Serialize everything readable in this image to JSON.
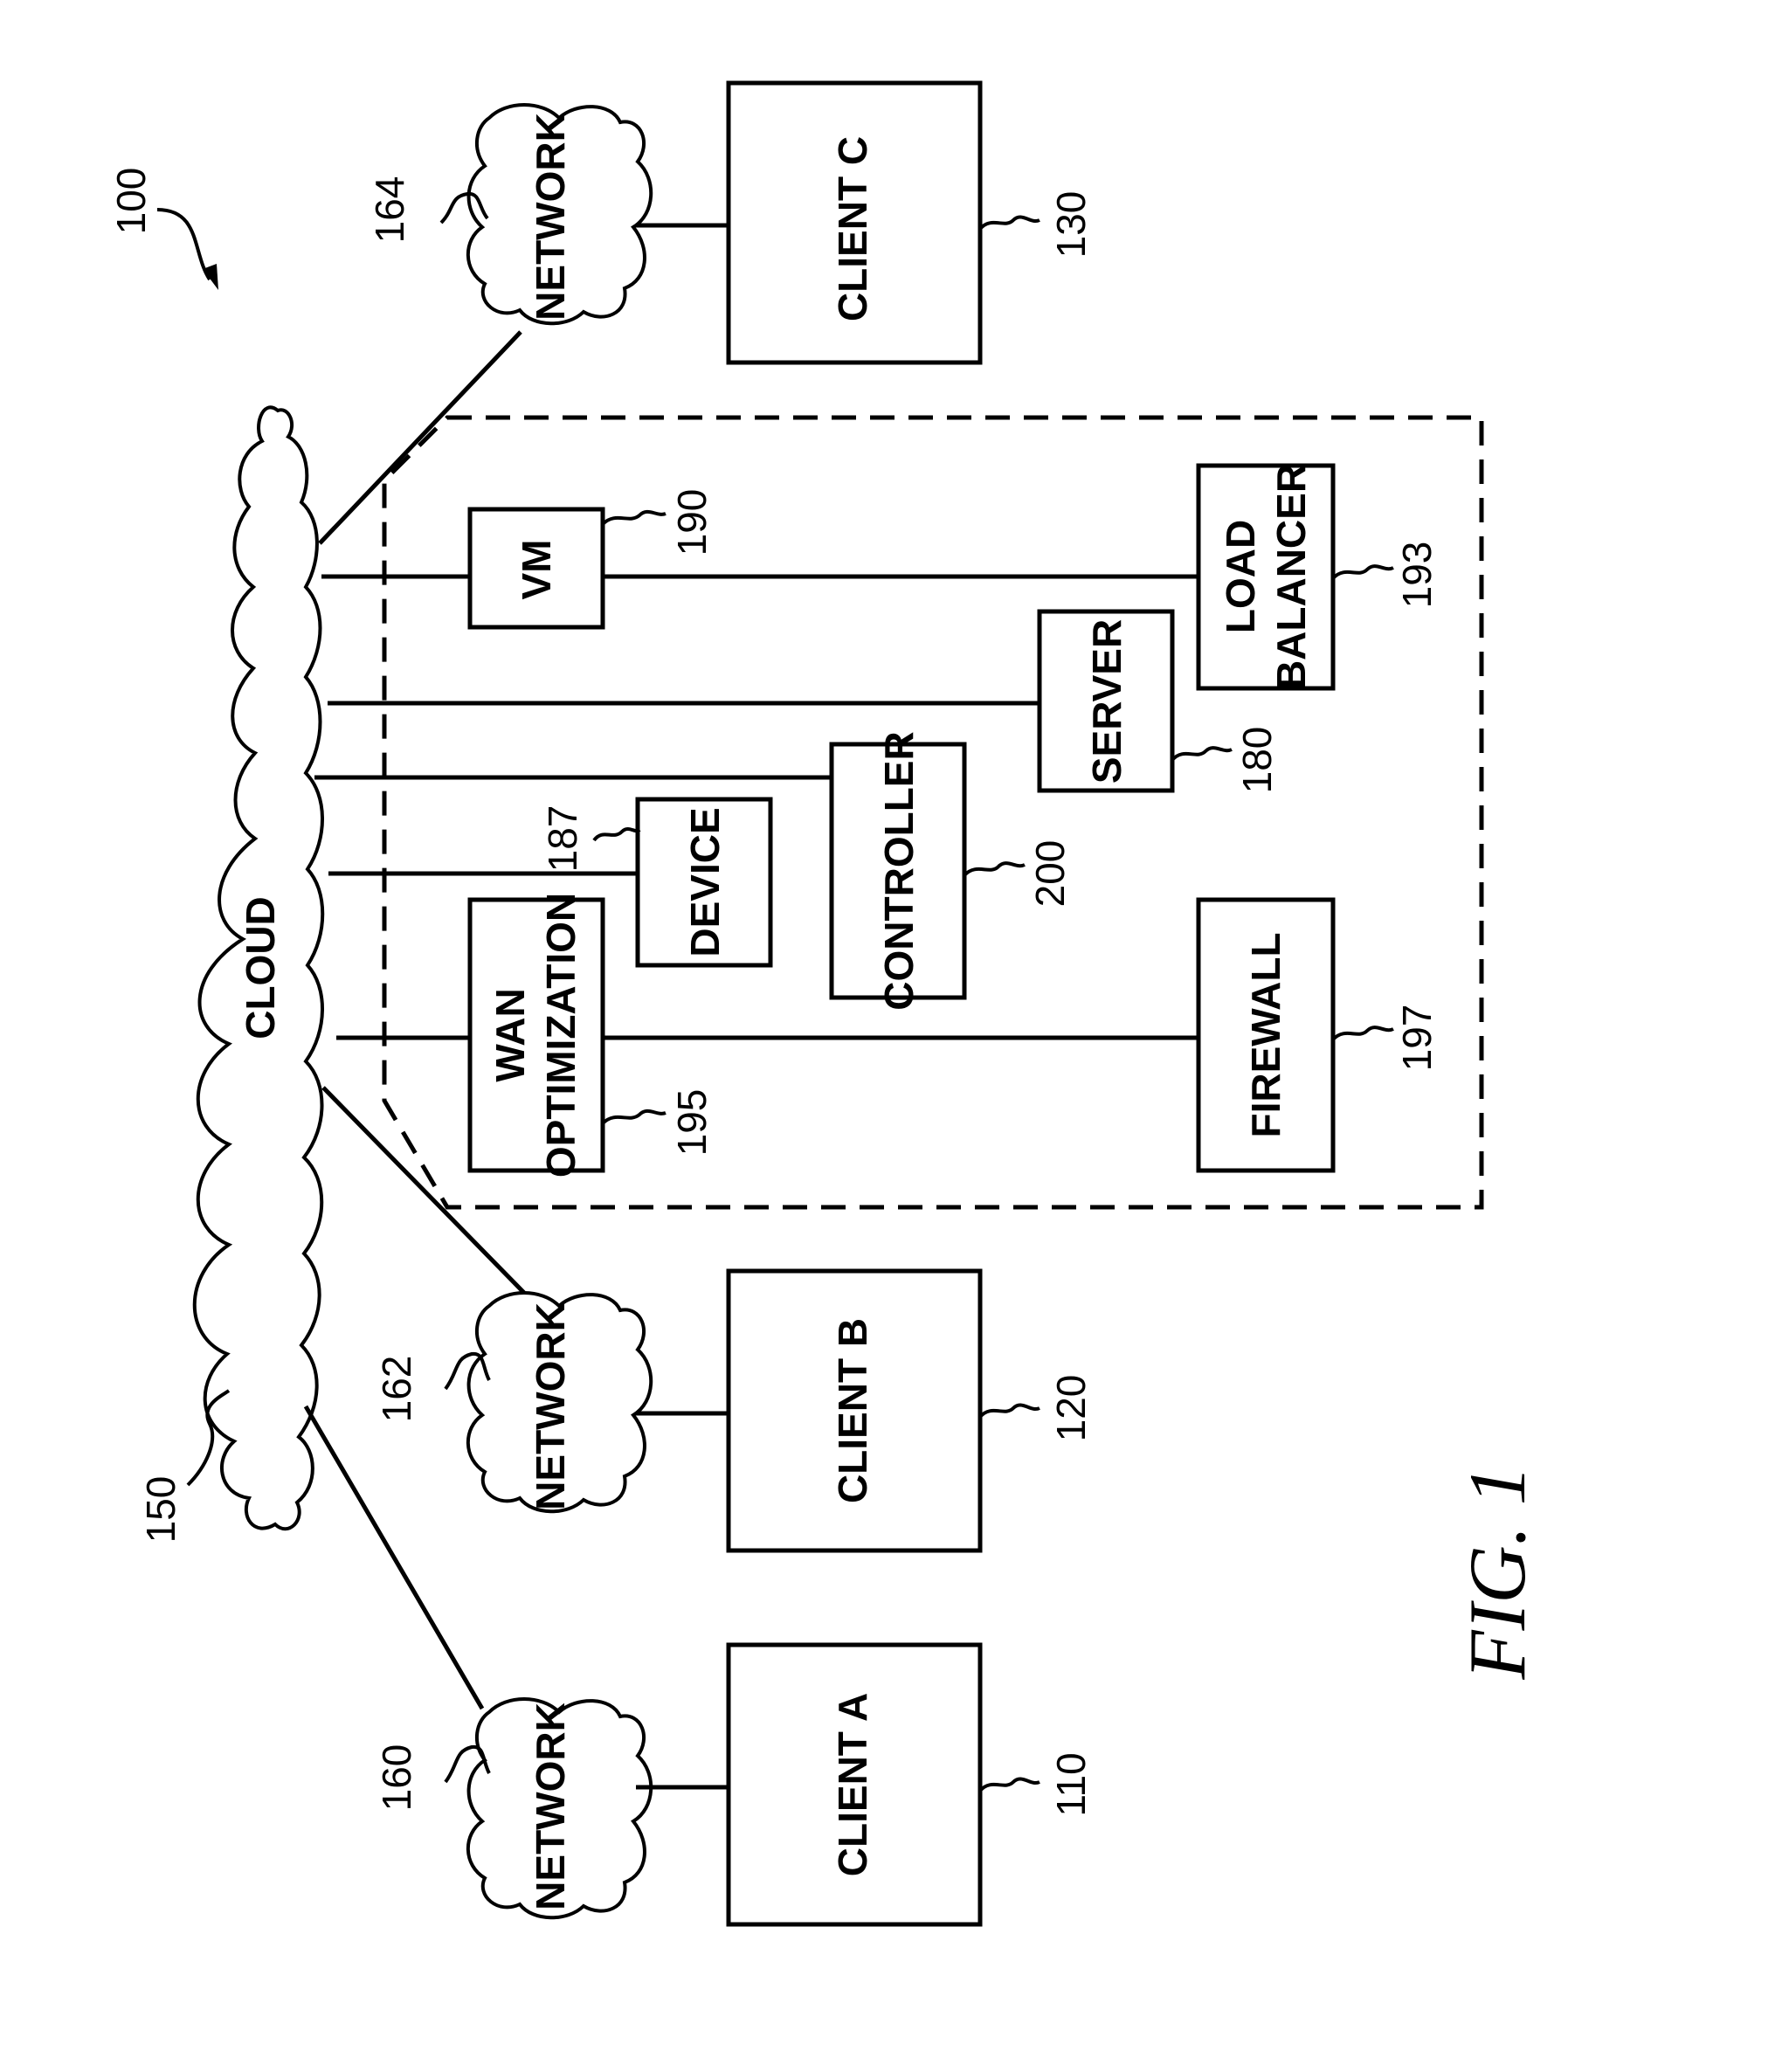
{
  "figure": {
    "caption": "FIG. 1",
    "system_ref": "100"
  },
  "cloud": {
    "label": "CLOUD",
    "ref": "150"
  },
  "networks": [
    {
      "id": "network-160",
      "label": "NETWORK",
      "ref": "160"
    },
    {
      "id": "network-162",
      "label": "NETWORK",
      "ref": "162"
    },
    {
      "id": "network-164",
      "label": "NETWORK",
      "ref": "164"
    }
  ],
  "clients": [
    {
      "id": "client-a",
      "label": "CLIENT  A",
      "ref": "110"
    },
    {
      "id": "client-b",
      "label": "CLIENT  B",
      "ref": "120"
    },
    {
      "id": "client-c",
      "label": "CLIENT  C",
      "ref": "130"
    }
  ],
  "components": {
    "vm": {
      "label": "VM",
      "ref": "190"
    },
    "load_balancer": {
      "line1": "LOAD",
      "line2": "BALANCER",
      "ref": "193"
    },
    "server": {
      "label": "SERVER",
      "ref": "180"
    },
    "controller": {
      "label": "CONTROLLER",
      "ref": "200"
    },
    "device": {
      "label": "DEVICE",
      "ref": "187"
    },
    "wan_optimization": {
      "line1": "WAN",
      "line2": "OPTIMIZATION",
      "ref": "195"
    },
    "firewall": {
      "label": "FIREWALL",
      "ref": "197"
    }
  }
}
